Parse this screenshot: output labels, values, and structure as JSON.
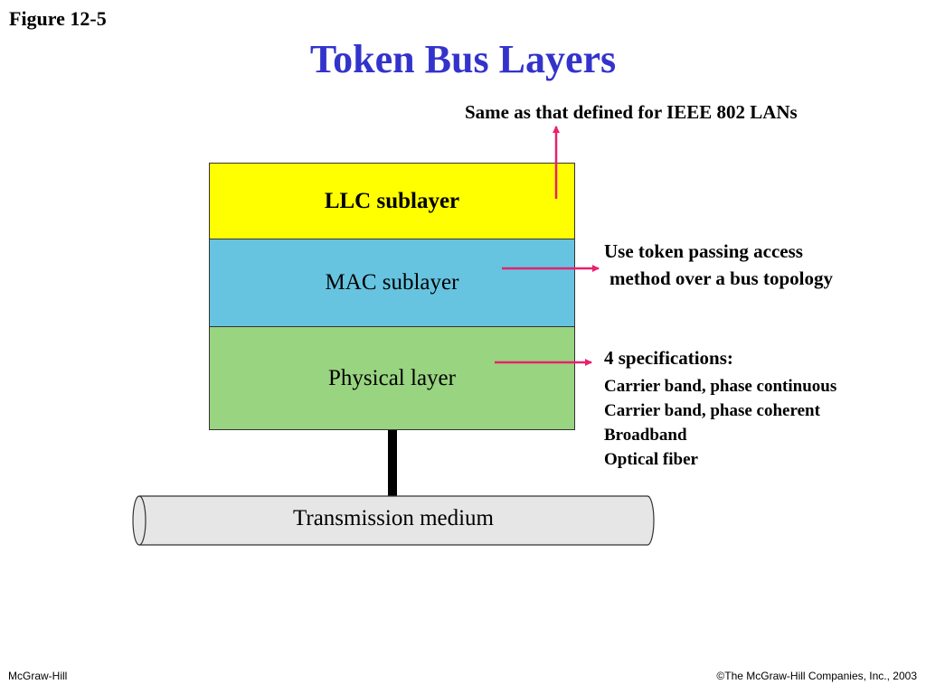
{
  "figure_label": "Figure 12-5",
  "title": "Token Bus Layers",
  "layers": [
    {
      "label": "LLC sublayer",
      "color": "#ffff00"
    },
    {
      "label": "MAC sublayer",
      "color": "#66c4e0"
    },
    {
      "label": "Physical layer",
      "color": "#99d480"
    }
  ],
  "medium": {
    "label": "Transmission medium",
    "color": "#e6e6e6"
  },
  "notes": {
    "llc": "Same as that defined for IEEE 802 LANs",
    "mac_line1": "Use token passing access",
    "mac_line2": "method over a bus topology",
    "physical_heading": "4 specifications:",
    "physical_items": [
      "Carrier band, phase continuous",
      "Carrier band, phase coherent",
      "Broadband",
      "Optical fiber"
    ]
  },
  "arrow_color": "#e8206e",
  "footer": {
    "left": "McGraw-Hill",
    "right": "©The McGraw-Hill Companies, Inc., 2003"
  }
}
